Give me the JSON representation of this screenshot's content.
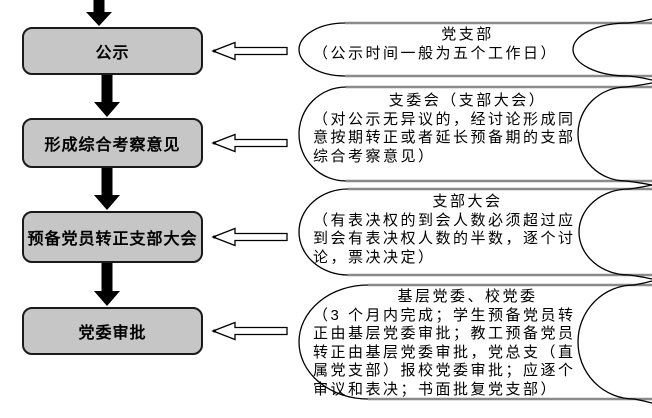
{
  "colors": {
    "background": "#ffffff",
    "box_fill": "#c6c6c6",
    "box_border": "#1a1a1a",
    "line_gray": "#8a8a8a",
    "ink": "#000000",
    "callout_arrow_fill": "#ffffff"
  },
  "flow": {
    "boxes": [
      {
        "label": "公示"
      },
      {
        "label": "形成综合考察意见"
      },
      {
        "label": "预备党员转正支部大会"
      },
      {
        "label": "党委审批"
      }
    ]
  },
  "annotations": [
    {
      "title": "党支部",
      "lines": [
        "（公示时间一般为五个工作日）"
      ]
    },
    {
      "title": "支委会（支部大会）",
      "lines": [
        "（对公示无异议的，经讨论形成同",
        "意按期转正或者延长预备期的支部",
        "综合考察意见）"
      ]
    },
    {
      "title": "支部大会",
      "lines": [
        "（有表决权的到会人数必须超过应",
        "到会有表决权人数的半数，逐个讨",
        "论，票决决定）"
      ]
    },
    {
      "title": "基层党委、校党委",
      "lines": [
        "（3 个月内完成；学生预备党员转",
        "正由基层党委审批；教工预备党员",
        "转正由基层党委审批，党总支（直",
        "属党支部）报校党委审批；应逐个",
        "审议和表决；书面批复党支部）"
      ]
    }
  ]
}
